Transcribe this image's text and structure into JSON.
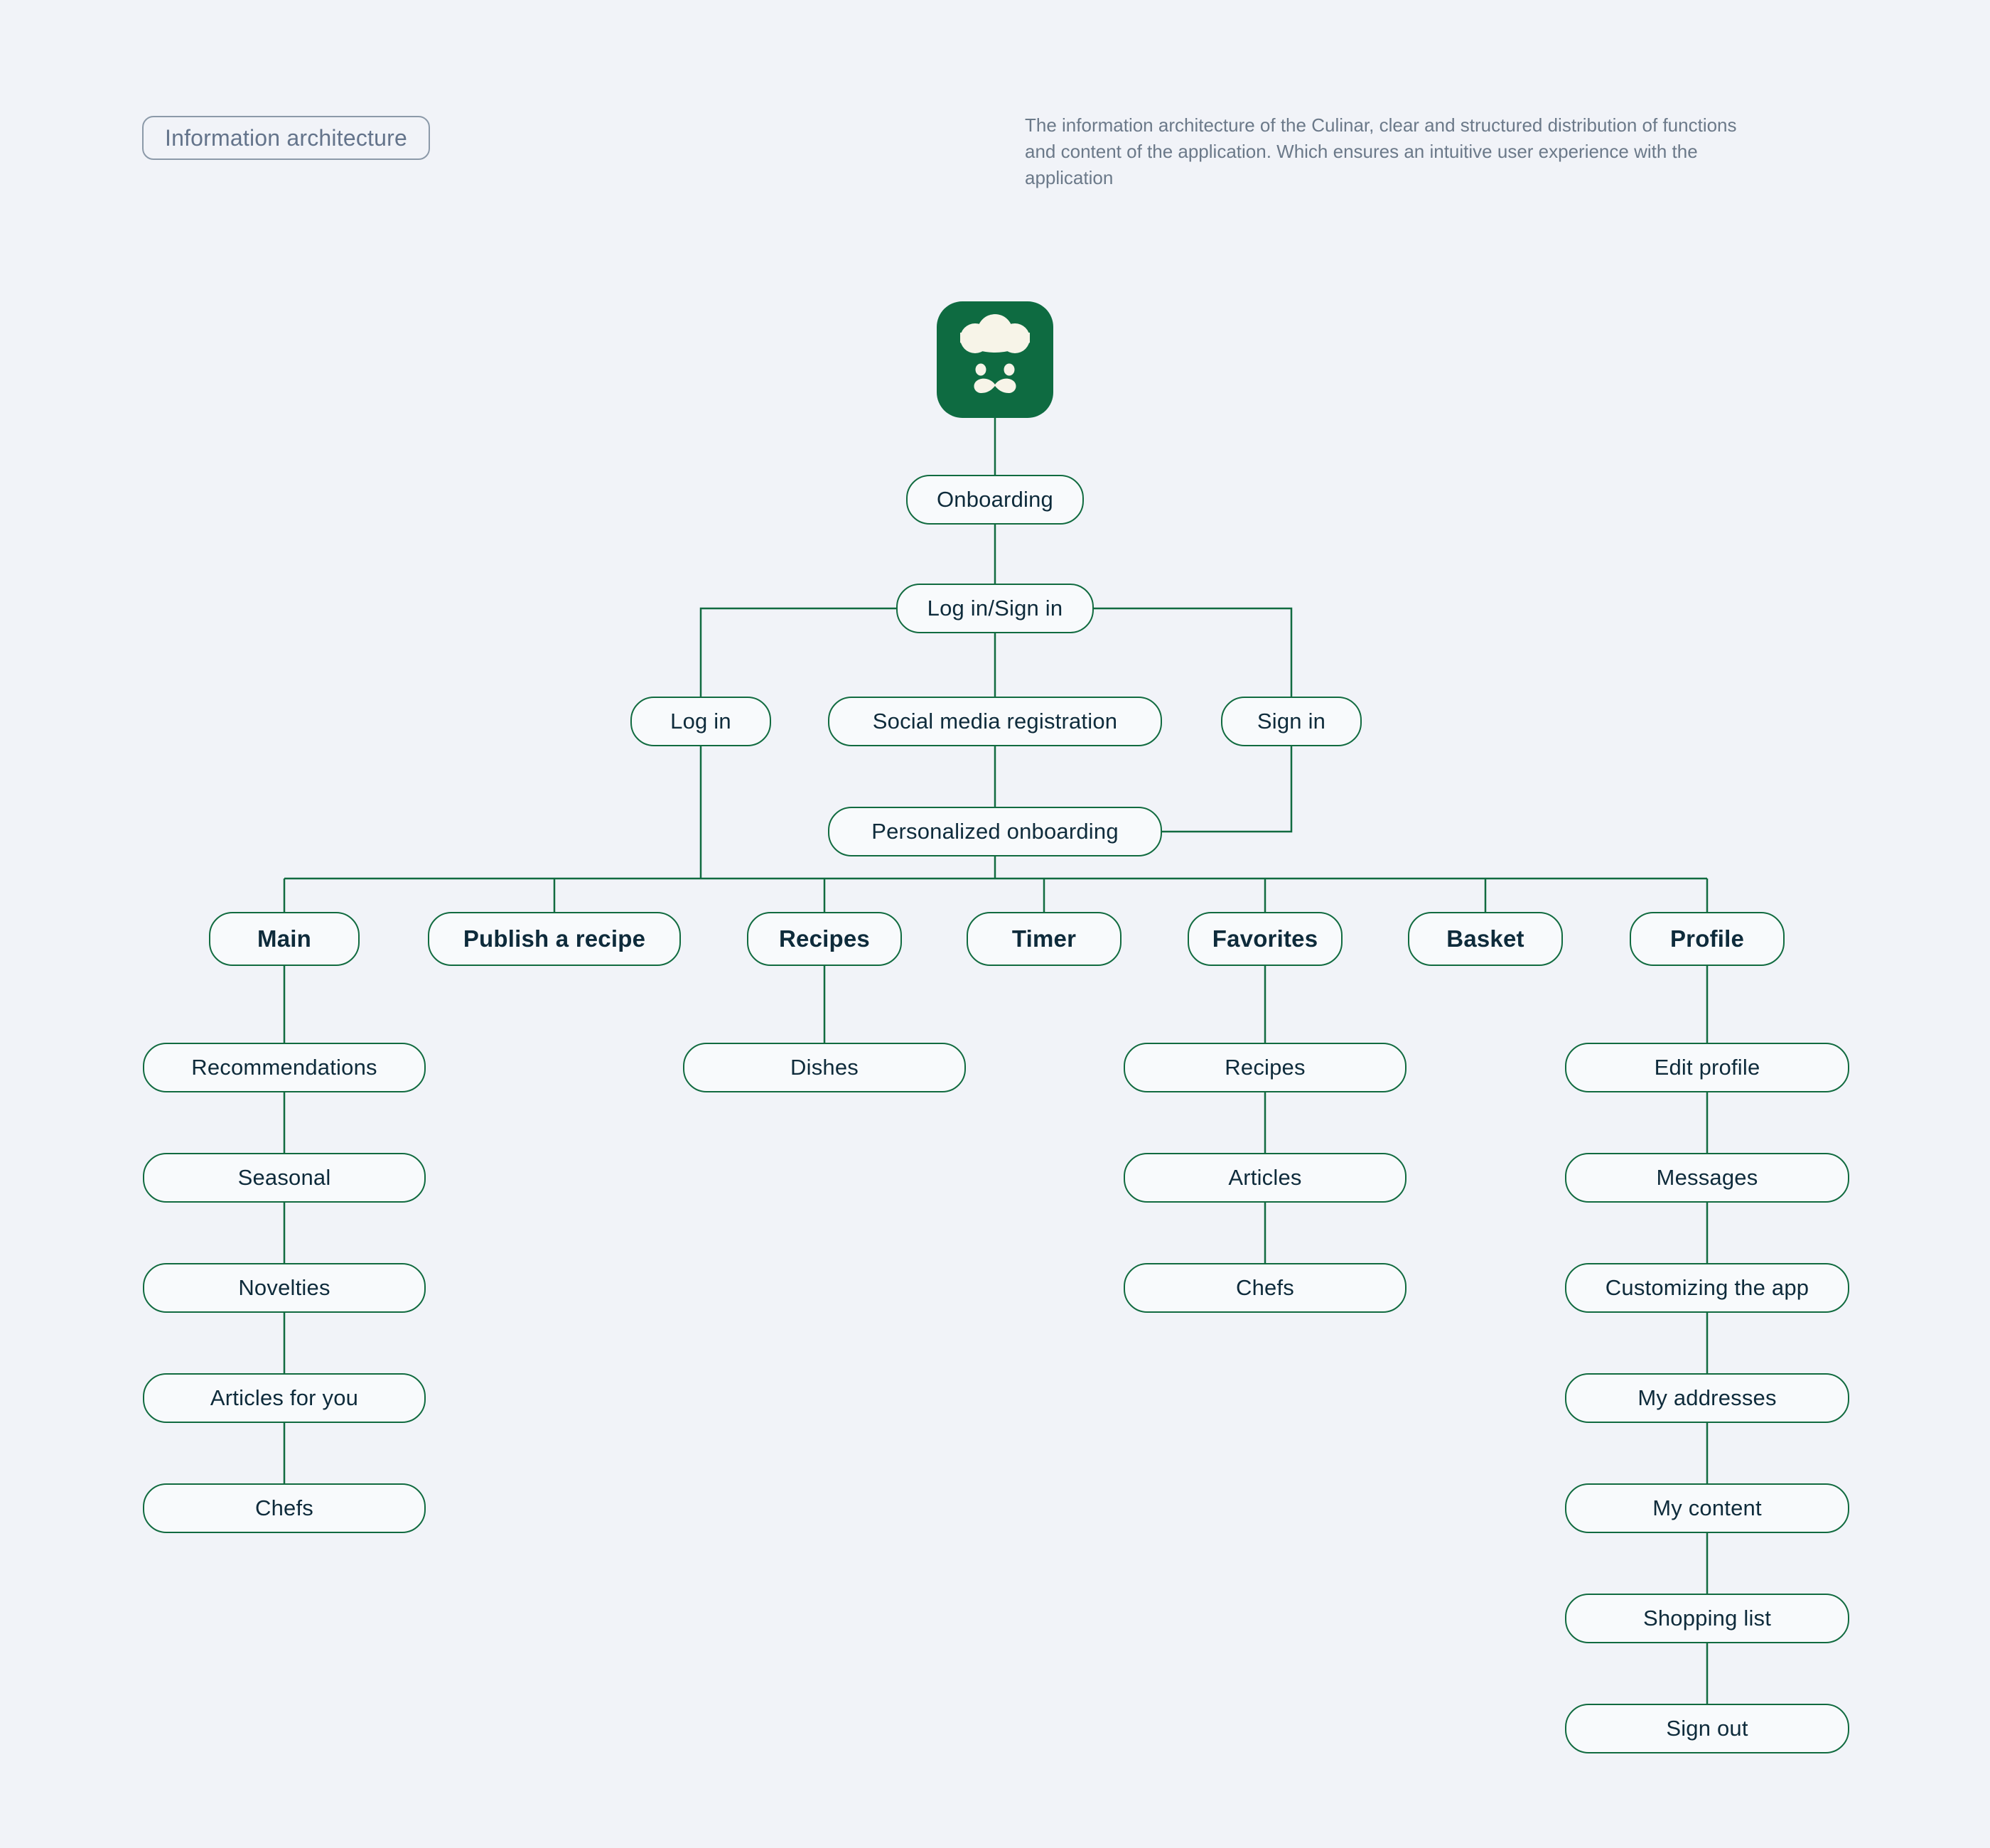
{
  "header": {
    "badge": "Information architecture",
    "description_lines": [
      "The information architecture of the Culinar, clear and structured distribution of functions",
      "and content of the application. Which ensures an intuitive user experience with the",
      "application"
    ]
  },
  "colors": {
    "background": "#F1F3F8",
    "node_fill": "#F8FAFC",
    "line_green": "#116B40",
    "node_text": "#0E2B3B",
    "logo_green": "#0E6B41",
    "logo_cream": "#F7F4E8",
    "muted_text": "#6B7989"
  },
  "logo": {
    "name": "culinar-chef-logo"
  },
  "diagram": {
    "nodes": [
      {
        "id": "onboarding",
        "label": "Onboarding"
      },
      {
        "id": "login-signin",
        "label": "Log in/Sign in"
      },
      {
        "id": "login",
        "label": "Log in"
      },
      {
        "id": "social-media-registration",
        "label": "Social media registration"
      },
      {
        "id": "signin",
        "label": "Sign in"
      },
      {
        "id": "personalized-onboarding",
        "label": "Personalized onboarding"
      },
      {
        "id": "main",
        "label": "Main"
      },
      {
        "id": "publish-a-recipe",
        "label": "Publish a recipe"
      },
      {
        "id": "recipes",
        "label": "Recipes"
      },
      {
        "id": "timer",
        "label": "Timer"
      },
      {
        "id": "favorites",
        "label": "Favorites"
      },
      {
        "id": "basket",
        "label": "Basket"
      },
      {
        "id": "profile",
        "label": "Profile"
      },
      {
        "id": "main-recommendations",
        "label": "Recommendations"
      },
      {
        "id": "main-seasonal",
        "label": "Seasonal"
      },
      {
        "id": "main-novelties",
        "label": "Novelties"
      },
      {
        "id": "main-articles-for-you",
        "label": "Articles for you"
      },
      {
        "id": "main-chefs",
        "label": "Chefs"
      },
      {
        "id": "recipes-dishes",
        "label": "Dishes"
      },
      {
        "id": "favorites-recipes",
        "label": "Recipes"
      },
      {
        "id": "favorites-articles",
        "label": "Articles"
      },
      {
        "id": "favorites-chefs",
        "label": "Chefs"
      },
      {
        "id": "profile-edit-profile",
        "label": "Edit profile"
      },
      {
        "id": "profile-messages",
        "label": "Messages"
      },
      {
        "id": "profile-customizing-the-app",
        "label": "Customizing the app"
      },
      {
        "id": "profile-my-addresses",
        "label": "My addresses"
      },
      {
        "id": "profile-my-content",
        "label": "My content"
      },
      {
        "id": "profile-shopping-list",
        "label": "Shopping list"
      },
      {
        "id": "profile-sign-out",
        "label": "Sign out"
      }
    ]
  }
}
